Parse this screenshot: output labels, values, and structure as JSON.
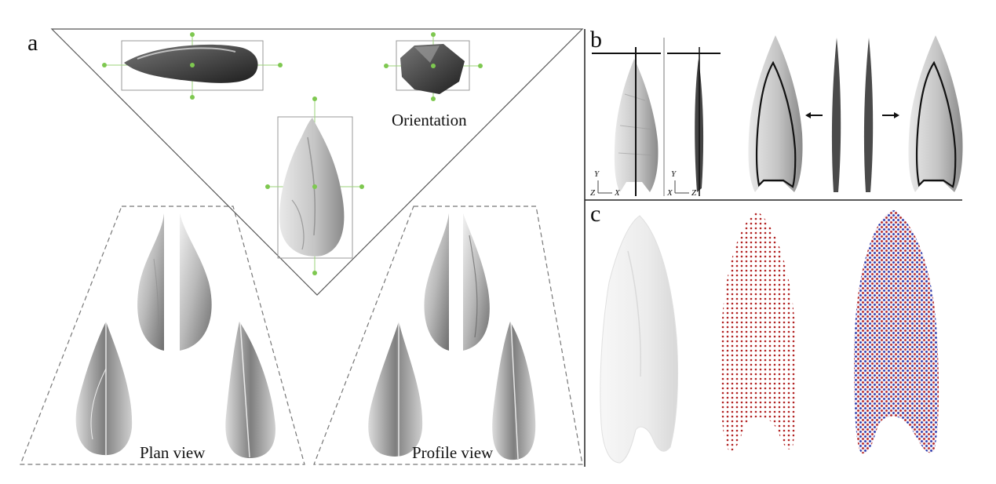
{
  "panels": {
    "a": {
      "letter": "a",
      "orientation_label": "Orientation",
      "plan_label": "Plan view",
      "profile_label": "Profile view"
    },
    "b": {
      "letter": "b",
      "axes_front": {
        "y": "Y",
        "x": "X",
        "z": "Z"
      },
      "axes_side": {
        "y": "Y",
        "x": "X",
        "z": "Z"
      }
    },
    "c": {
      "letter": "c"
    }
  },
  "colors": {
    "handle_green": "#7ec850",
    "mesh_grey": "#9a9a9a",
    "dot_red": "#b22222",
    "dot_blue": "#2233aa"
  }
}
